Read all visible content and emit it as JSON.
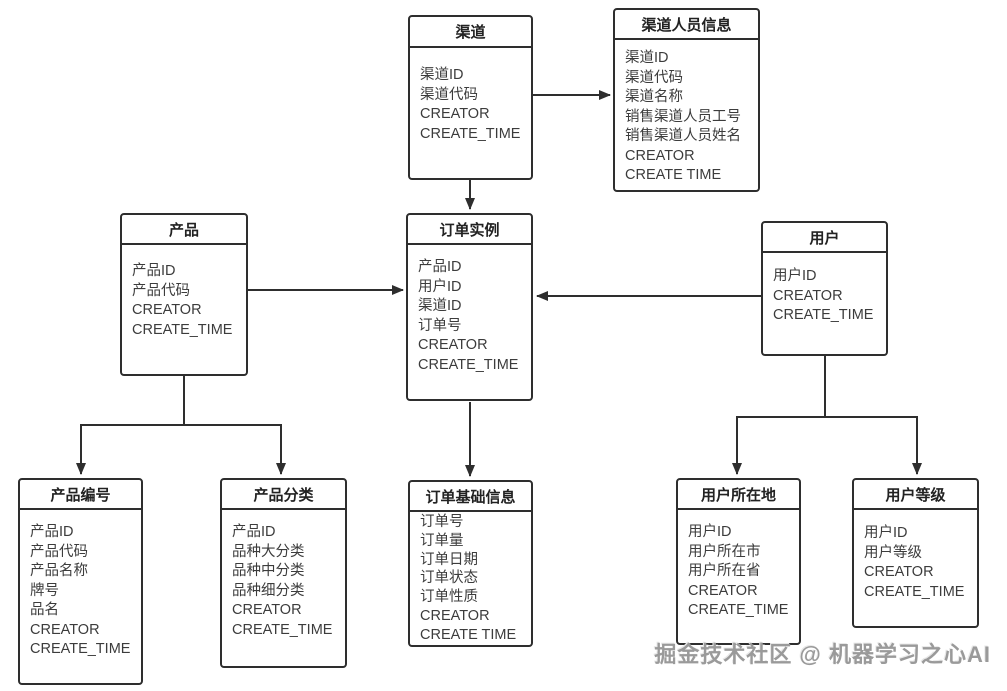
{
  "diagram": {
    "type": "entity-relationship-diagram",
    "watermark": "掘金技术社区 @ 机器学习之心AI",
    "colors": {
      "border": "#2e2e2e",
      "text": "#3c3c3c",
      "background": "#ffffff",
      "watermark": "#9a9a9a"
    },
    "tables": [
      {
        "id": "channel",
        "title": "渠道",
        "fields": [
          "渠道ID",
          "渠道代码",
          "CREATOR",
          "CREATE_TIME"
        ]
      },
      {
        "id": "channel-personnel-info",
        "title": "渠道人员信息",
        "fields": [
          "渠道ID",
          "渠道代码",
          "渠道名称",
          "销售渠道人员工号",
          "销售渠道人员姓名",
          "CREATOR",
          "CREATE TIME"
        ]
      },
      {
        "id": "product",
        "title": "产品",
        "fields": [
          "产品ID",
          "产品代码",
          "CREATOR",
          "CREATE_TIME"
        ]
      },
      {
        "id": "order-instance",
        "title": "订单实例",
        "fields": [
          "产品ID",
          "用户ID",
          "渠道ID",
          "订单号",
          "CREATOR",
          "CREATE_TIME"
        ]
      },
      {
        "id": "user",
        "title": "用户",
        "fields": [
          "用户ID",
          "CREATOR",
          "CREATE_TIME"
        ]
      },
      {
        "id": "product-number",
        "title": "产品编号",
        "fields": [
          "产品ID",
          "产品代码",
          "产品名称",
          "牌号",
          "品名",
          "CREATOR",
          "CREATE_TIME"
        ]
      },
      {
        "id": "product-category",
        "title": "产品分类",
        "fields": [
          "产品ID",
          "品种大分类",
          "品种中分类",
          "品种细分类",
          "CREATOR",
          "CREATE_TIME"
        ]
      },
      {
        "id": "order-basic-info",
        "title": "订单基础信息",
        "fields": [
          "订单号",
          "订单量",
          "订单日期",
          "订单状态",
          "订单性质",
          "CREATOR",
          "CREATE TIME"
        ]
      },
      {
        "id": "user-location",
        "title": "用户所在地",
        "fields": [
          "用户ID",
          "用户所在市",
          "用户所在省",
          "CREATOR",
          "CREATE_TIME"
        ]
      },
      {
        "id": "user-level",
        "title": "用户等级",
        "fields": [
          "用户ID",
          "用户等级",
          "CREATOR",
          "CREATE_TIME"
        ]
      }
    ],
    "connections": [
      {
        "from": "channel",
        "to": "channel-personnel-info"
      },
      {
        "from": "channel",
        "to": "order-instance"
      },
      {
        "from": "product",
        "to": "order-instance"
      },
      {
        "from": "user",
        "to": "order-instance"
      },
      {
        "from": "order-instance",
        "to": "order-basic-info"
      },
      {
        "from": "product",
        "to": "product-number"
      },
      {
        "from": "product",
        "to": "product-category"
      },
      {
        "from": "user",
        "to": "user-location"
      },
      {
        "from": "user",
        "to": "user-level"
      }
    ]
  }
}
